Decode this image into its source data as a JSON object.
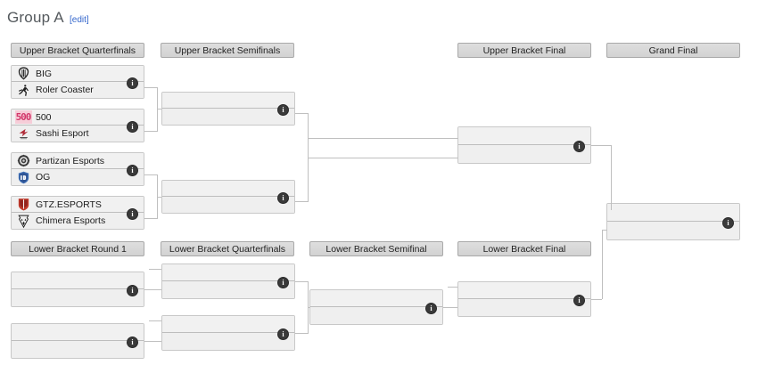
{
  "page": {
    "title": "Group A",
    "edit_label": "[edit]"
  },
  "icons": {
    "info": "i",
    "info_icon_name": "info-icon"
  },
  "colors": {
    "header_bg": "#d6d6d6",
    "header_border": "#a9a9a9",
    "match_bg": "#f0f0f0",
    "match_border": "#c8c8c8",
    "connector": "#bfbfbf",
    "title": "#54595d",
    "link": "#3366cc",
    "badge": "#3a3a3a",
    "logo500_bg": "#f6cdd8",
    "logo500_fg": "#d2376a",
    "gtz_red": "#c0392b",
    "og_blue": "#3f6fb5"
  },
  "upper_bracket": {
    "rounds": [
      {
        "label": "Upper Bracket Quarterfinals"
      },
      {
        "label": "Upper Bracket Semifinals"
      },
      {
        "label": "Upper Bracket Final"
      },
      {
        "label": "Grand Final"
      }
    ],
    "quarterfinals": [
      {
        "top": {
          "name": "BIG",
          "logo": "big-logo",
          "score": ""
        },
        "bottom": {
          "name": "Roler Coaster",
          "logo": "roler-coaster-logo",
          "score": ""
        }
      },
      {
        "top": {
          "name": "500",
          "logo": "five-hundred-logo",
          "score": ""
        },
        "bottom": {
          "name": "Sashi Esport",
          "logo": "sashi-esport-logo",
          "score": ""
        }
      },
      {
        "top": {
          "name": "Partizan Esports",
          "logo": "partizan-esports-logo",
          "score": ""
        },
        "bottom": {
          "name": "OG",
          "logo": "og-logo",
          "score": ""
        }
      },
      {
        "top": {
          "name": "GTZ.ESPORTS",
          "logo": "gtz-esports-logo",
          "score": ""
        },
        "bottom": {
          "name": "Chimera Esports",
          "logo": "chimera-esports-logo",
          "score": ""
        }
      }
    ],
    "semifinals": [
      {
        "top": {
          "name": "",
          "score": ""
        },
        "bottom": {
          "name": "",
          "score": ""
        }
      },
      {
        "top": {
          "name": "",
          "score": ""
        },
        "bottom": {
          "name": "",
          "score": ""
        }
      }
    ],
    "final": [
      {
        "top": {
          "name": "",
          "score": ""
        },
        "bottom": {
          "name": "",
          "score": ""
        }
      }
    ],
    "grand_final": [
      {
        "top": {
          "name": "",
          "score": ""
        },
        "bottom": {
          "name": "",
          "score": ""
        }
      }
    ]
  },
  "lower_bracket": {
    "rounds": [
      {
        "label": "Lower Bracket Round 1"
      },
      {
        "label": "Lower Bracket Quarterfinals"
      },
      {
        "label": "Lower Bracket Semifinal"
      },
      {
        "label": "Lower Bracket Final"
      }
    ],
    "round1": [
      {
        "top": {
          "name": "",
          "score": ""
        },
        "bottom": {
          "name": "",
          "score": ""
        }
      },
      {
        "top": {
          "name": "",
          "score": ""
        },
        "bottom": {
          "name": "",
          "score": ""
        }
      }
    ],
    "quarterfinals": [
      {
        "top": {
          "name": "",
          "score": ""
        },
        "bottom": {
          "name": "",
          "score": ""
        }
      },
      {
        "top": {
          "name": "",
          "score": ""
        },
        "bottom": {
          "name": "",
          "score": ""
        }
      }
    ],
    "semifinal": [
      {
        "top": {
          "name": "",
          "score": ""
        },
        "bottom": {
          "name": "",
          "score": ""
        }
      }
    ],
    "final": [
      {
        "top": {
          "name": "",
          "score": ""
        },
        "bottom": {
          "name": "",
          "score": ""
        }
      }
    ]
  }
}
